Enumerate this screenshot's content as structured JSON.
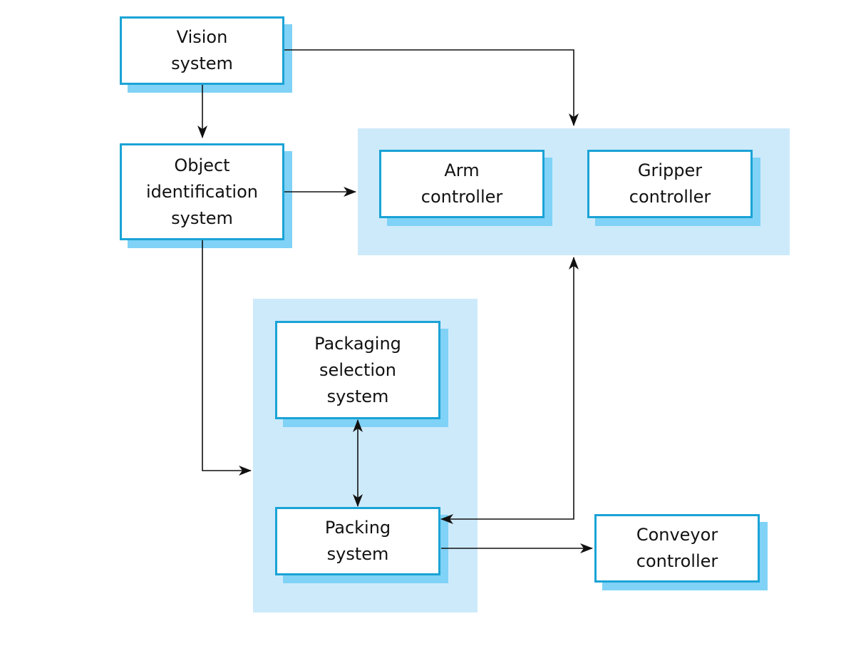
{
  "colors": {
    "box_border": "#1aa3d6",
    "box_shadow": "#80d2f6",
    "group_fill": "#cdeafb",
    "arrow": "#111111"
  },
  "nodes": {
    "vision": "Vision\nsystem",
    "object_id": "Object\nidentification\nsystem",
    "arm": "Arm\ncontroller",
    "gripper": "Gripper\ncontroller",
    "packaging_selection": "Packaging\nselection\nsystem",
    "packing": "Packing\nsystem",
    "conveyor": "Conveyor\ncontroller"
  },
  "groups": [
    "arm-gripper-group",
    "packaging-group"
  ],
  "edges": [
    {
      "from": "vision",
      "to": "object_id",
      "direction": "forward"
    },
    {
      "from": "vision",
      "to": "arm-gripper-group",
      "direction": "forward"
    },
    {
      "from": "object_id",
      "to": "arm-gripper-group",
      "direction": "forward"
    },
    {
      "from": "object_id",
      "to": "packaging-group",
      "direction": "forward"
    },
    {
      "from": "packaging_selection",
      "to": "packing",
      "direction": "both"
    },
    {
      "from": "packing",
      "to": "arm-gripper-group",
      "direction": "both"
    },
    {
      "from": "packing",
      "to": "conveyor",
      "direction": "forward"
    }
  ]
}
